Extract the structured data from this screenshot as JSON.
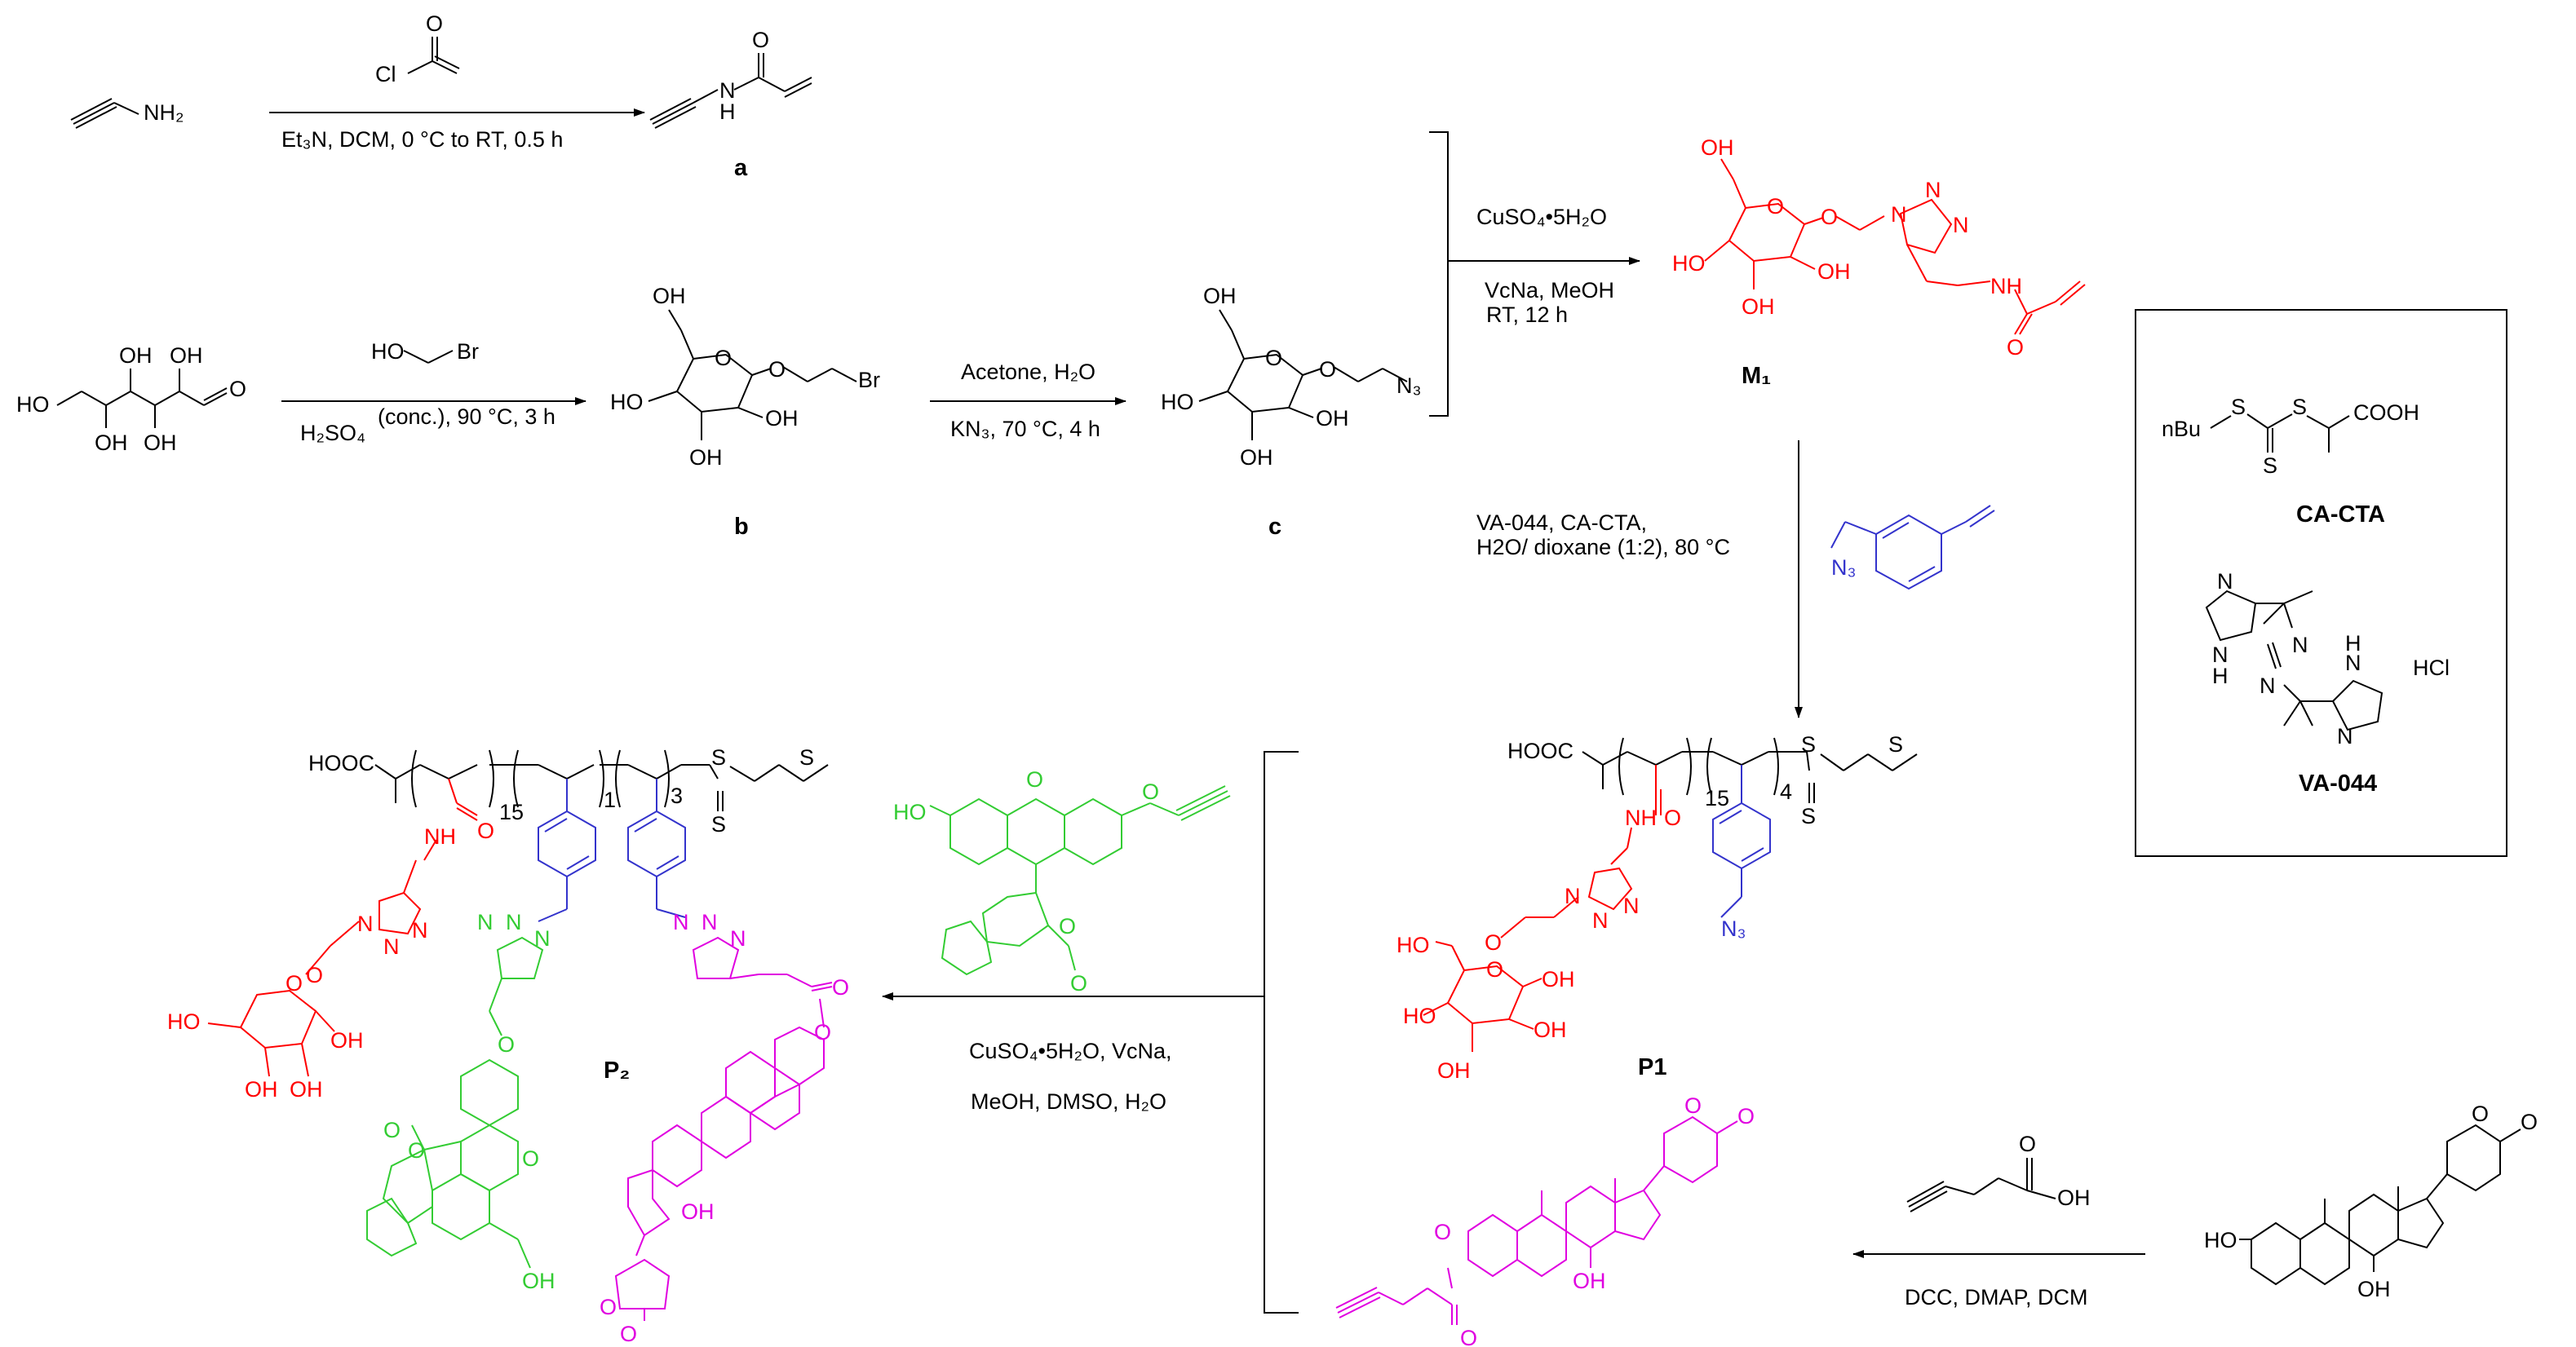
{
  "colors": {
    "black": "#000000",
    "red": "#ff0000",
    "blue": "#3333cc",
    "green": "#33cc33",
    "magenta": "#e000e0"
  },
  "step1": {
    "reagent_top": "Cl",
    "conditions": "Et₃N, DCM, 0 °C to RT, 0.5 h",
    "propargylamine_label": "NH₂",
    "product_atom": "N",
    "product_h": "H",
    "carbonyl_o": "O",
    "label": "a"
  },
  "step2": {
    "reagent_top_oh": "HO",
    "reagent_top_br": "Br",
    "conditions_top": "(conc.), 90 °C, 3 h",
    "conditions_bottom": "H₂SO₄",
    "sugar_oh": "OH",
    "sugar_ho": "HO",
    "sugar_o": "O",
    "product_br": "Br",
    "label": "b"
  },
  "step3": {
    "conditions_top": "Acetone, H₂O",
    "conditions_bottom": "KN₃, 70 °C, 4 h",
    "product_n3": "N₃",
    "label": "c"
  },
  "step4": {
    "conditions_1": "CuSO₄•5H₂O",
    "conditions_2": "VcNa, MeOH",
    "conditions_3": "RT, 12 h",
    "triazole_n": "N",
    "amide_nh": "NH",
    "label": "M₁"
  },
  "step5": {
    "conditions_1": "VA-044, CA-CTA,",
    "conditions_2": "H2O/ dioxane (1:2), 80 °C",
    "monomer_n3": "N₃",
    "label": "P1",
    "repeat_1": "15",
    "repeat_2": "4",
    "cooh": "HOOC",
    "s": "S"
  },
  "box": {
    "cta_nbu": "nBu",
    "cta_cooh": "COOH",
    "cta_s": "S",
    "cta_label": "CA-CTA",
    "va_n": "N",
    "va_h": "H",
    "va_hcl": "HCl",
    "va_label": "VA-044"
  },
  "step6": {
    "conditions_1": "CuSO₄•5H₂O, VcNa,",
    "conditions_2": "MeOH, DMSO, H₂O",
    "label": "P₂",
    "repeat_1": "15",
    "repeat_2": "1",
    "repeat_3": "3",
    "fluorescein_ho": "HO",
    "fluorescein_o": "O",
    "oh": "OH"
  },
  "step7": {
    "conditions": "DCC, DMAP, DCM",
    "acid_oh": "OH",
    "acid_o": "O",
    "steroid_ho": "HO",
    "steroid_oh": "OH",
    "steroid_o": "O"
  }
}
